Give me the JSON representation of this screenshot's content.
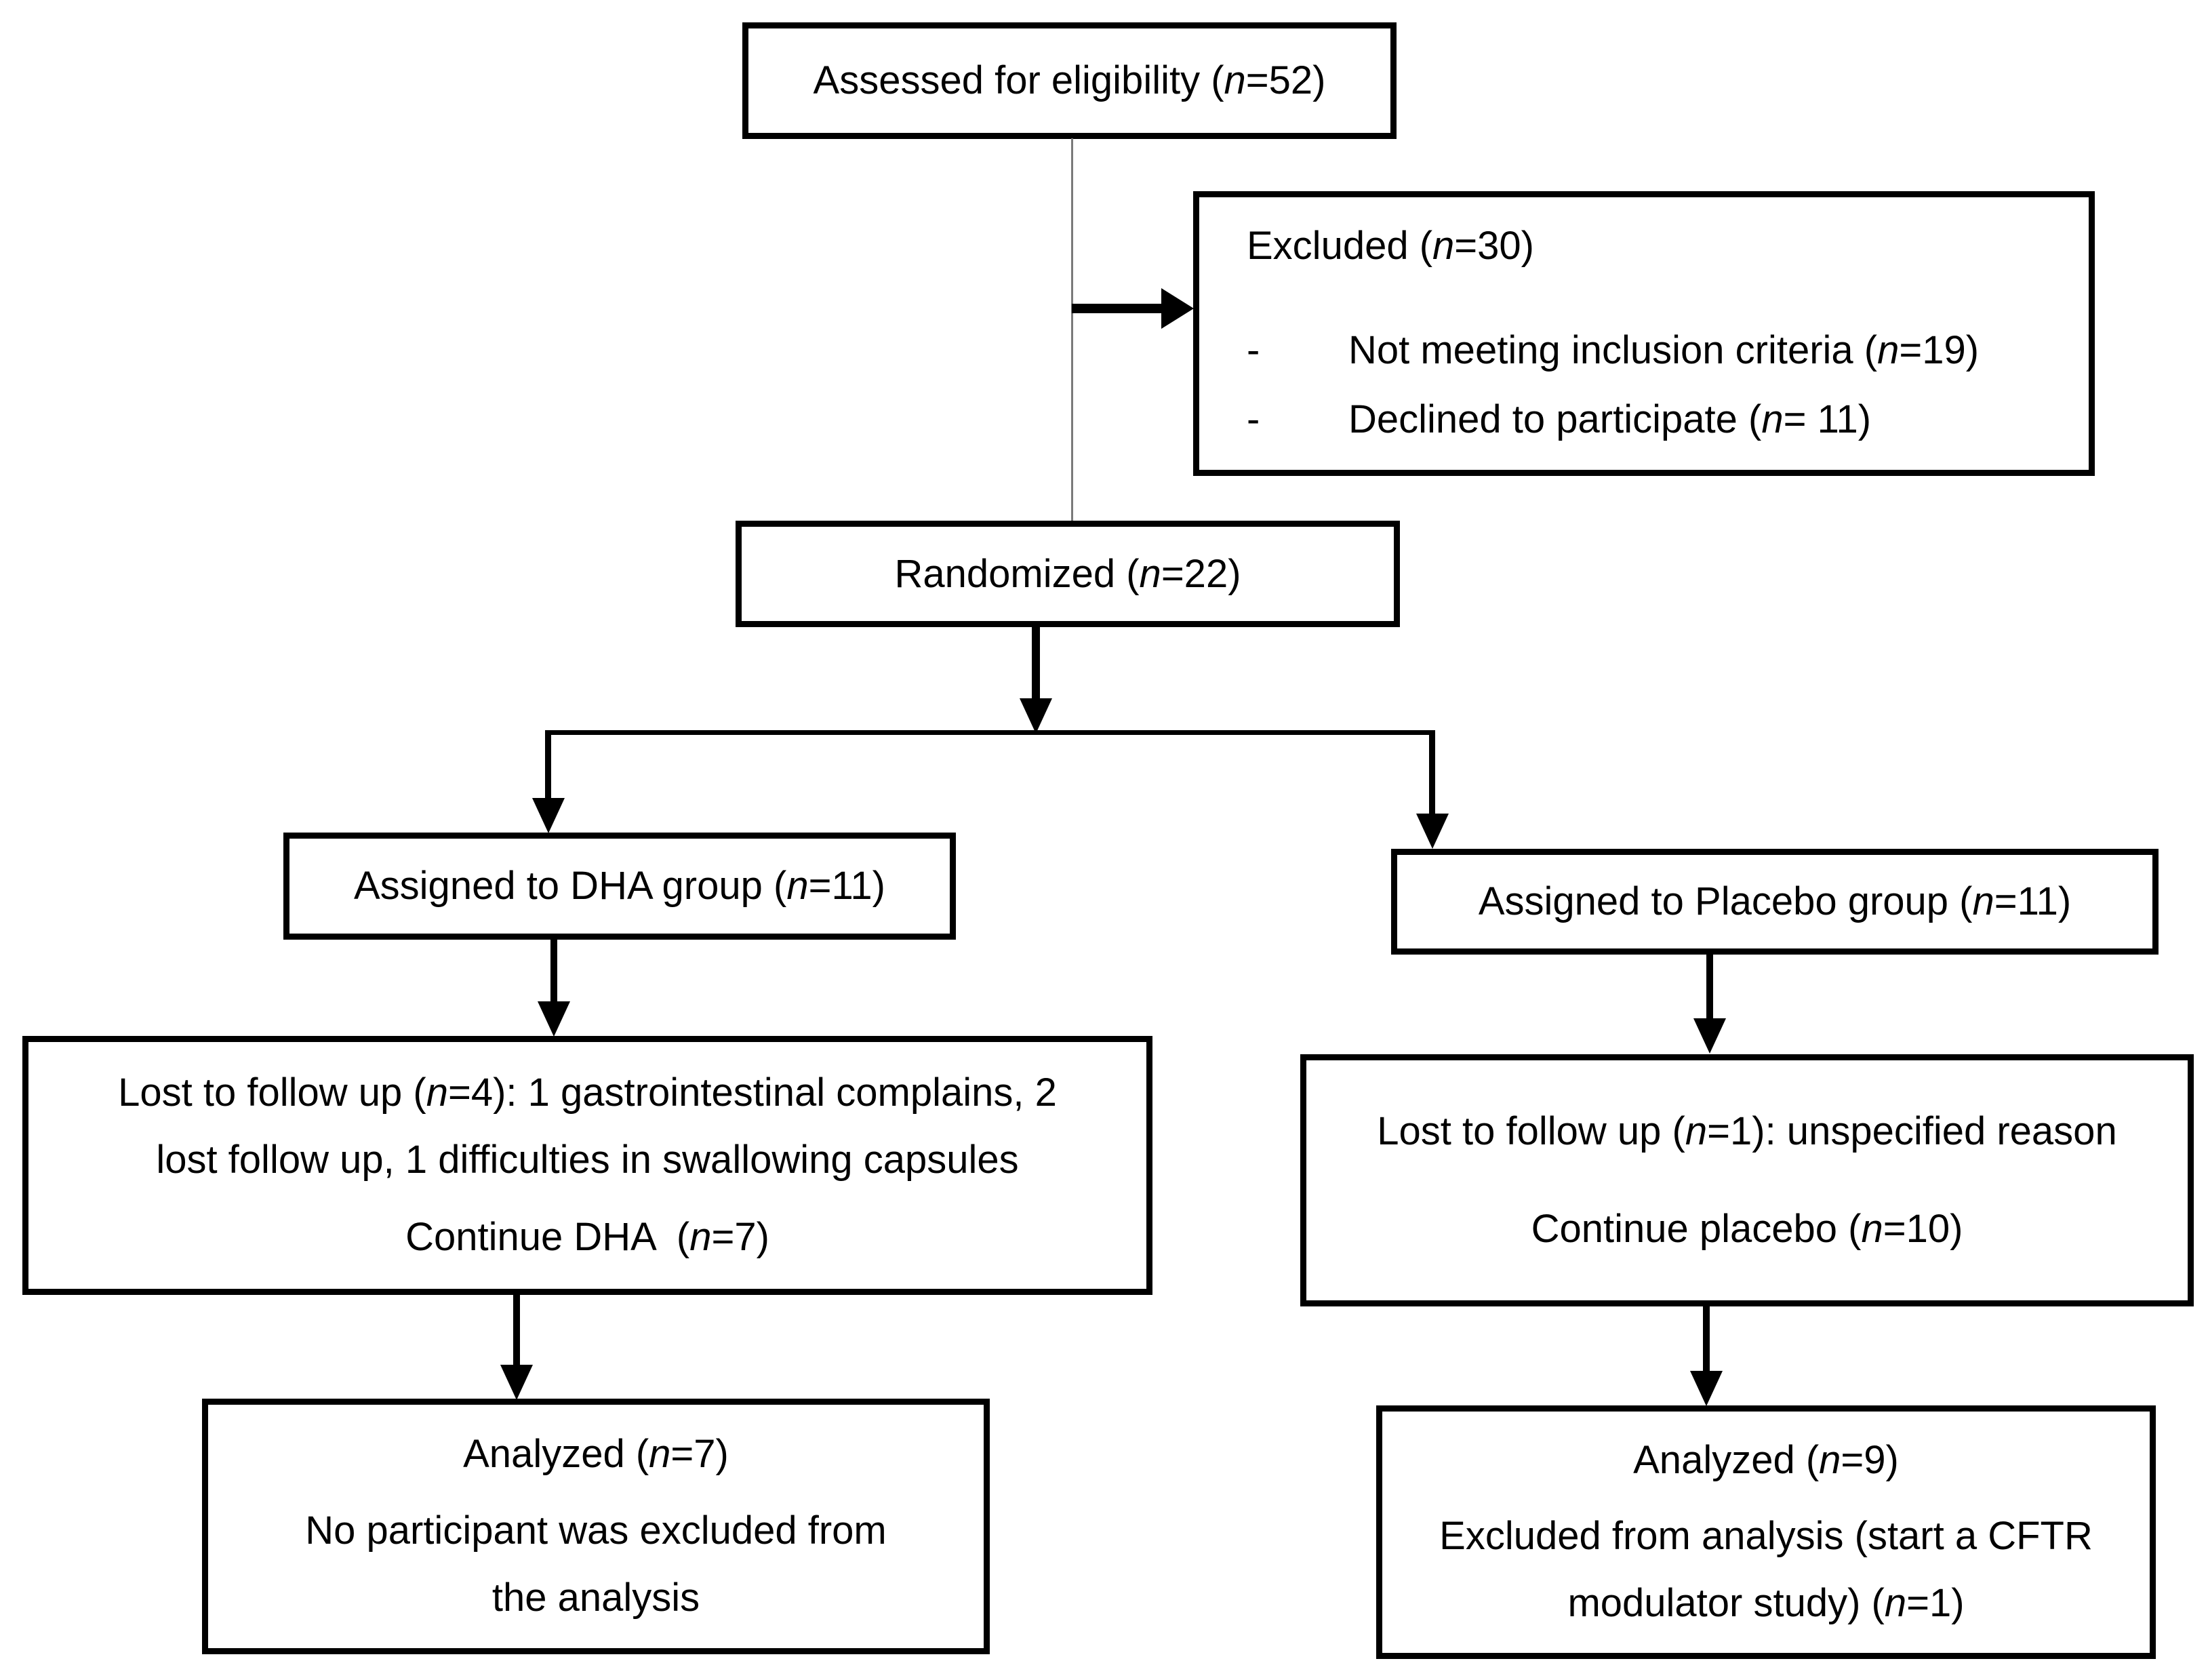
{
  "diagram": {
    "title": "CONSORT participant flow diagram",
    "colors": {
      "box_border": "#000000",
      "background": "#ffffff",
      "text": "#000000",
      "thin_connector": "#7a7a7a"
    },
    "boxes": {
      "assessed": {
        "label": "Assessed for eligibility (n=52)"
      },
      "excluded": {
        "title": "Excluded (n=30)",
        "bullet": "-",
        "items": [
          "Not meeting inclusion criteria (n=19)",
          "Declined to participate (n= 11)"
        ]
      },
      "randomized": {
        "label": "Randomized (n=22)"
      },
      "assigned_dha": {
        "label": "Assigned to DHA group (n=11)"
      },
      "assigned_placebo": {
        "label": "Assigned to Placebo group (n=11)"
      },
      "lost_dha": {
        "line1": "Lost to follow up (n=4): 1 gastrointestinal complains, 2 lost follow up, 1 difficulties in swallowing capsules",
        "line2": "Continue DHA  (n=7)"
      },
      "lost_placebo": {
        "line1": "Lost to follow up (n=1): unspecified reason",
        "line2": "Continue placebo (n=10)"
      },
      "analyzed_dha": {
        "line1": "Analyzed (n=7)",
        "line2": "No participant was excluded from the analysis"
      },
      "analyzed_placebo": {
        "line1": "Analyzed (n=9)",
        "line2": "Excluded from analysis (start a CFTR modulator study) (n=1)"
      }
    }
  }
}
